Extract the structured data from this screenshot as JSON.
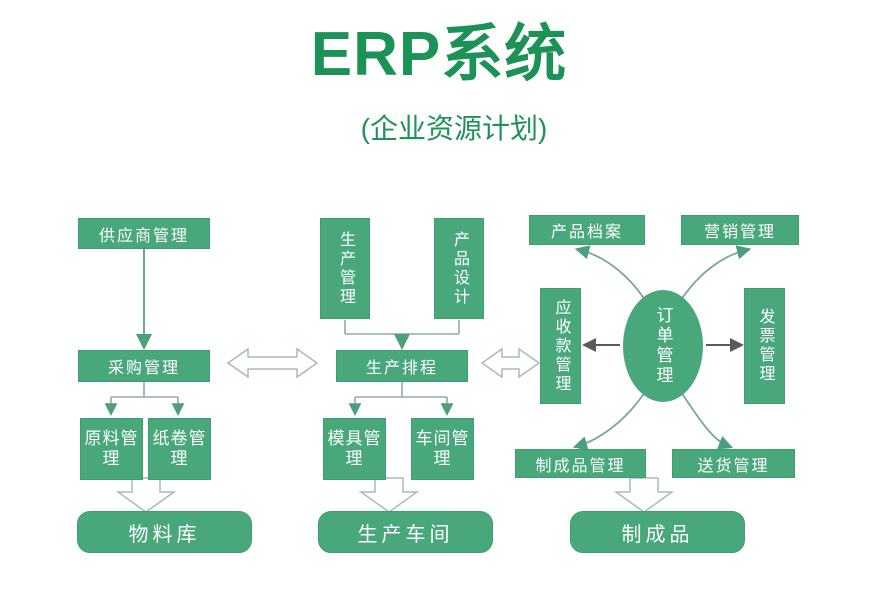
{
  "header": {
    "title": "ERP系统",
    "subtitle": "(企业资源计划)",
    "title_color": "#1c9256"
  },
  "theme": {
    "node_fill": "#48a87c",
    "node_text": "#ffffff",
    "connector": "#7fa894",
    "arrow_outline": "#9db5a8",
    "background": "#ffffff"
  },
  "diagram": {
    "type": "flowchart",
    "columns": [
      {
        "name": "procurement",
        "nodes": [
          "供应商管理",
          "采购管理",
          "原料管理",
          "纸卷管理",
          "物料库"
        ]
      },
      {
        "name": "production",
        "nodes": [
          "生产管理",
          "产品设计",
          "生产排程",
          "模具管理",
          "车间管理",
          "生产车间"
        ]
      },
      {
        "name": "sales",
        "nodes": [
          "产品档案",
          "营销管理",
          "应收款管理",
          "订单管理",
          "发票管理",
          "制成品管理",
          "送货管理",
          "制成品"
        ]
      }
    ],
    "nodes": {
      "supplier_mgmt": "供应商管理",
      "purchase_mgmt": "采购管理",
      "raw_material_mgmt": "原料管理",
      "paper_roll_mgmt": "纸卷管理",
      "material_warehouse": "物料库",
      "production_mgmt": "生产管理",
      "product_design": "产品设计",
      "production_scheduling": "生产排程",
      "mold_mgmt": "模具管理",
      "workshop_mgmt": "车间管理",
      "production_workshop": "生产车间",
      "product_archive": "产品档案",
      "marketing_mgmt": "营销管理",
      "receivables_mgmt": "应收款管理",
      "order_mgmt": "订单管理",
      "invoice_mgmt": "发票管理",
      "finished_goods_mgmt": "制成品管理",
      "delivery_mgmt": "送货管理",
      "finished_goods": "制成品"
    },
    "connections": [
      {
        "from": "供应商管理",
        "to": "采购管理",
        "style": "solid-arrow"
      },
      {
        "from": "采购管理",
        "to": "原料管理",
        "style": "solid-arrow"
      },
      {
        "from": "采购管理",
        "to": "纸卷管理",
        "style": "solid-arrow"
      },
      {
        "from": "原料管理",
        "to": "物料库",
        "style": "hollow-arrow"
      },
      {
        "from": "生产管理",
        "to": "生产排程",
        "style": "solid-arrow"
      },
      {
        "from": "产品设计",
        "to": "生产排程",
        "style": "solid-arrow"
      },
      {
        "from": "生产排程",
        "to": "模具管理",
        "style": "solid-arrow"
      },
      {
        "from": "生产排程",
        "to": "车间管理",
        "style": "solid-arrow"
      },
      {
        "from": "模具管理",
        "to": "生产车间",
        "style": "hollow-arrow"
      },
      {
        "from": "采购管理",
        "to": "生产排程",
        "style": "hollow-double-arrow"
      },
      {
        "from": "生产排程",
        "to": "应收款管理",
        "style": "hollow-double-arrow"
      },
      {
        "from": "订单管理",
        "to": "应收款管理",
        "style": "double-arrow"
      },
      {
        "from": "订单管理",
        "to": "发票管理",
        "style": "double-arrow"
      },
      {
        "from": "订单管理",
        "to": "产品档案",
        "style": "curved-arrow"
      },
      {
        "from": "订单管理",
        "to": "营销管理",
        "style": "curved-arrow"
      },
      {
        "from": "订单管理",
        "to": "制成品管理",
        "style": "curved-arrow"
      },
      {
        "from": "订单管理",
        "to": "送货管理",
        "style": "curved-arrow"
      },
      {
        "from": "制成品管理",
        "to": "制成品",
        "style": "hollow-arrow"
      }
    ]
  }
}
